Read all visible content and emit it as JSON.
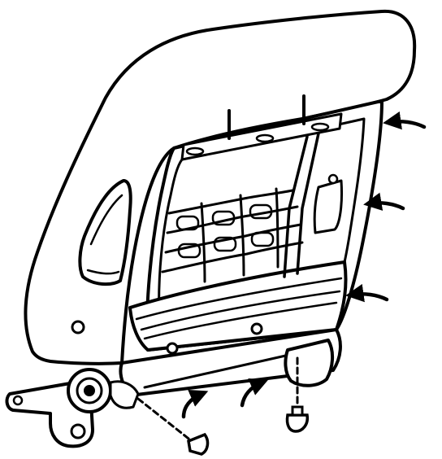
{
  "figure": {
    "subject": "seat-back-frame-exploded-view",
    "stroke_color": "#000000",
    "fill_color": "#ffffff",
    "push_arrows": [
      {
        "name": "arrow-right-upper"
      },
      {
        "name": "arrow-right-middle"
      },
      {
        "name": "arrow-right-lower"
      },
      {
        "name": "arrow-bottom-left"
      },
      {
        "name": "arrow-bottom-right"
      }
    ],
    "fasteners": [
      {
        "name": "bolt-left"
      },
      {
        "name": "bolt-right"
      }
    ]
  }
}
